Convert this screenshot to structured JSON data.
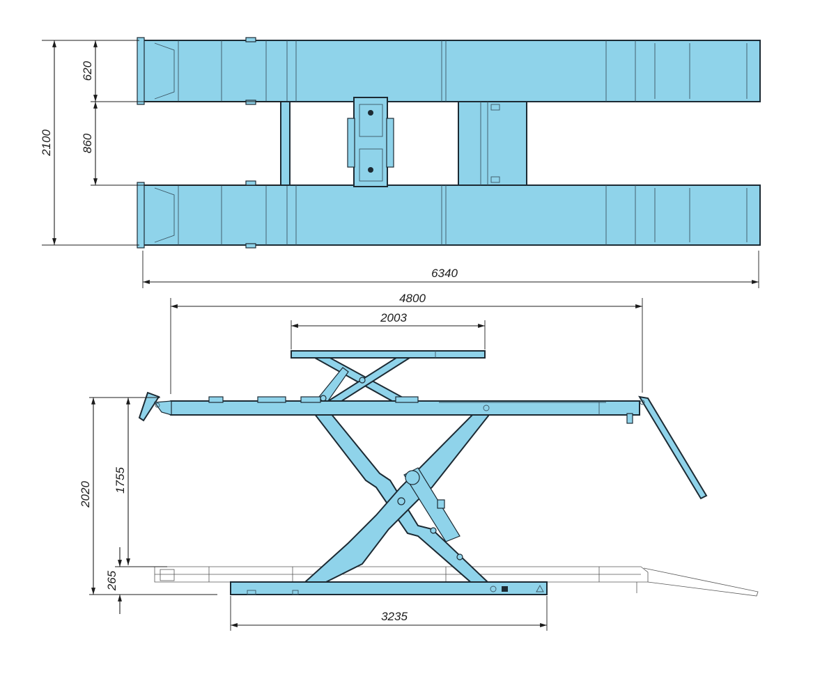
{
  "dimensions": {
    "top_width_overall": "2100",
    "top_runway_width": "620",
    "top_gap_width": "860",
    "top_length": "6340",
    "side_extended_length": "4800",
    "side_secondary_platform": "2003",
    "side_max_height": "2020",
    "side_platform_height": "1755",
    "side_min_height": "265",
    "side_base_length": "3235"
  },
  "colors": {
    "platform": "#8fd3ea",
    "outline": "#1c2a33"
  }
}
